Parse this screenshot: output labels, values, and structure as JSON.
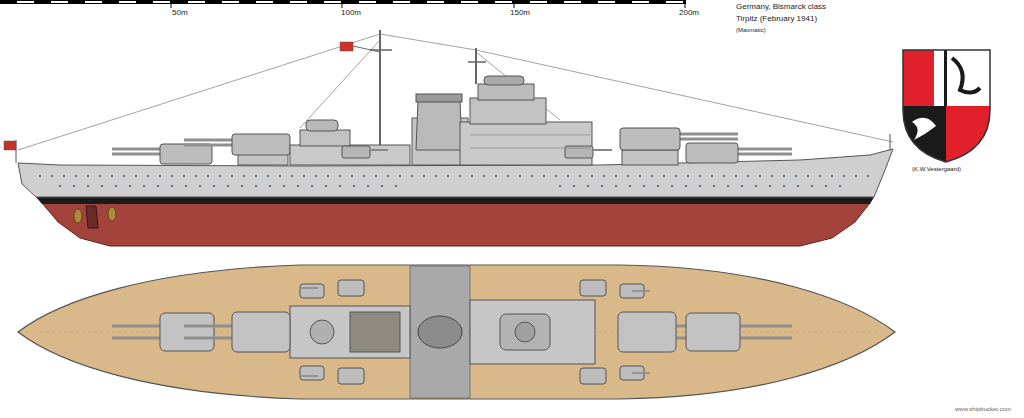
{
  "diagram": {
    "labels": [
      "50m",
      "100m",
      "150m",
      "200m",
      "Germany, Bismarck class",
      "Tirpitz (February 1941)",
      "(Maxmatic)",
      "(K.W.Vestergaard)",
      "www.shipbucket.com"
    ]
  }
}
